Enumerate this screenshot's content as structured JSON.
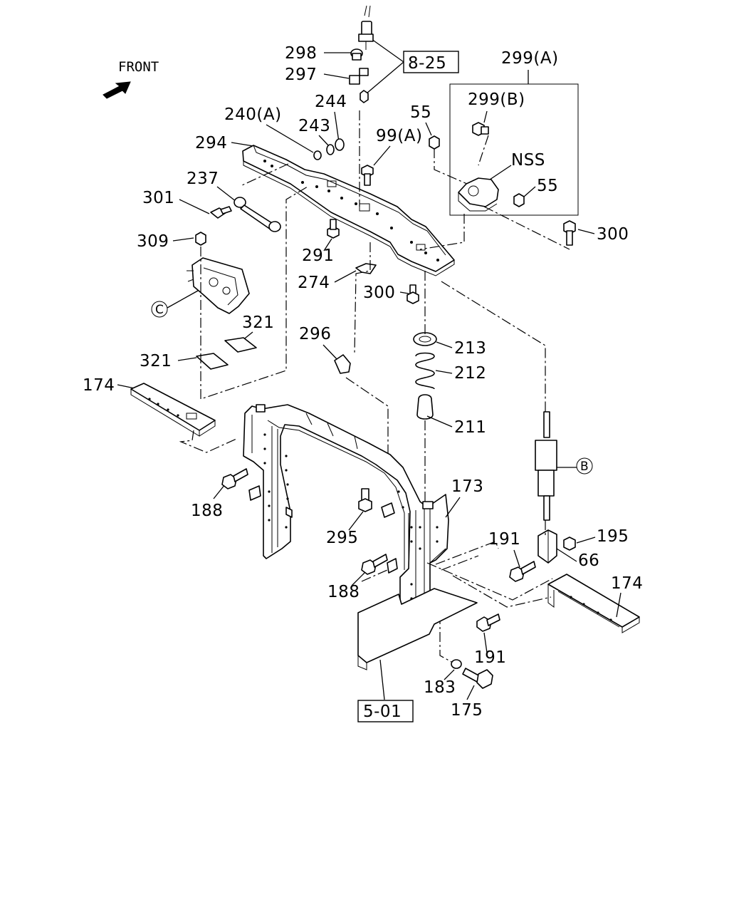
{
  "front_label": "FRONT",
  "ref_boxes": {
    "ref_8_25": "8-25",
    "ref_5_01": "5-01"
  },
  "circle_refs": {
    "b": "B",
    "c": "C"
  },
  "labels": {
    "p298": "298",
    "p297": "297",
    "p244": "244",
    "p243": "243",
    "p240a": "240(A)",
    "p294": "294",
    "p237": "237",
    "p301": "301",
    "p309": "309",
    "p99a": "99(A)",
    "p55a": "55",
    "p299a": "299(A)",
    "p299b": "299(B)",
    "pnss": "NSS",
    "p55b": "55",
    "p300a": "300",
    "p291": "291",
    "p274": "274",
    "p300b": "300",
    "p321a": "321",
    "p321b": "321",
    "p296": "296",
    "p213": "213",
    "p212": "212",
    "p211": "211",
    "p174a": "174",
    "p188a": "188",
    "p173": "173",
    "p295": "295",
    "p191a": "191",
    "p195": "195",
    "p66": "66",
    "p188b": "188",
    "p174b": "174",
    "p191b": "191",
    "p183": "183",
    "p175": "175"
  }
}
